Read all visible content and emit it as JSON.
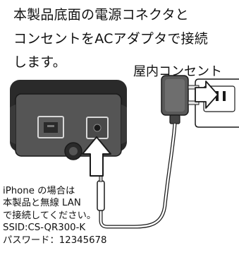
{
  "instruction": {
    "lines": [
      "本製品底面の電源コネクタと",
      "コンセントをACアダプタで接続",
      "します。"
    ]
  },
  "outlet_label": "屋内コンセント",
  "note": {
    "lines": [
      "iPhone の場合は",
      "本製品と無線 LAN",
      "で接続してください。",
      "SSID:CS-QR300-K",
      "パスワード：12345678"
    ]
  },
  "colors": {
    "device_body": "#505050",
    "device_dark": "#2a2a2a",
    "outlet_gray": "#d9d9d9",
    "stroke": "#1a1a1a"
  }
}
